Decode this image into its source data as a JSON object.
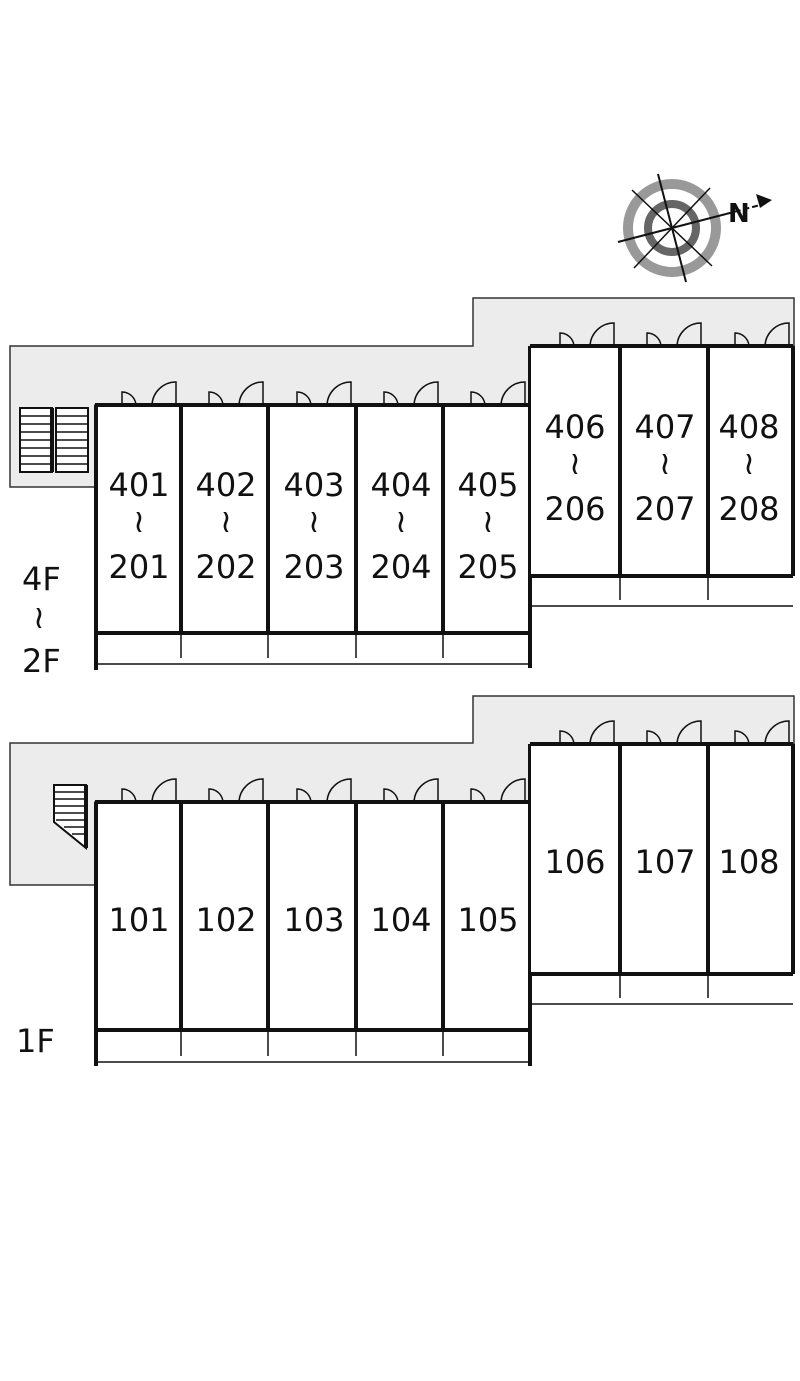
{
  "compass": {
    "north_label": "N",
    "icon": "compass-rose-icon"
  },
  "upper_block": {
    "floor_label_top": "4F",
    "floor_label_sep": "≀",
    "floor_label_bottom": "2F",
    "units": [
      {
        "top": "401",
        "sep": "≀",
        "bottom": "201"
      },
      {
        "top": "402",
        "sep": "≀",
        "bottom": "202"
      },
      {
        "top": "403",
        "sep": "≀",
        "bottom": "203"
      },
      {
        "top": "404",
        "sep": "≀",
        "bottom": "204"
      },
      {
        "top": "405",
        "sep": "≀",
        "bottom": "205"
      },
      {
        "top": "406",
        "sep": "≀",
        "bottom": "206"
      },
      {
        "top": "407",
        "sep": "≀",
        "bottom": "207"
      },
      {
        "top": "408",
        "sep": "≀",
        "bottom": "208"
      }
    ]
  },
  "lower_block": {
    "floor_label": "1F",
    "units": [
      "101",
      "102",
      "103",
      "104",
      "105",
      "106",
      "107",
      "108"
    ]
  },
  "colors": {
    "line": "#111111",
    "corridor": "#ececec"
  }
}
